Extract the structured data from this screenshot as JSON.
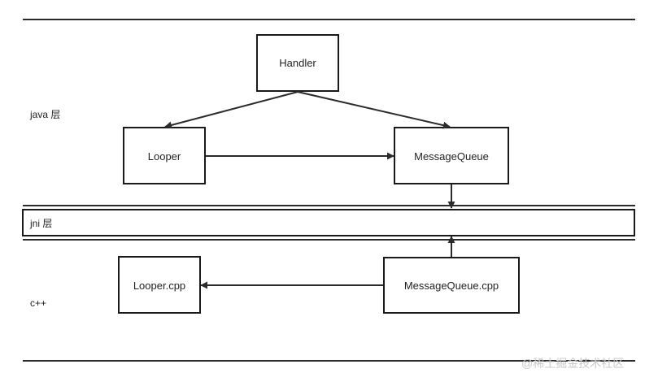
{
  "layers": {
    "java": "java  层",
    "jni": "jni 层",
    "cpp": "c++"
  },
  "nodes": {
    "handler": "Handler",
    "looper": "Looper",
    "message_queue": "MessageQueue",
    "looper_cpp": "Looper.cpp",
    "message_queue_cpp": "MessageQueue.cpp"
  },
  "watermark": "@稀土掘金技术社区",
  "colors": {
    "line": "#2b2b2b",
    "box_stroke": "#1a1a1a",
    "watermark": "#c9c9c9"
  }
}
